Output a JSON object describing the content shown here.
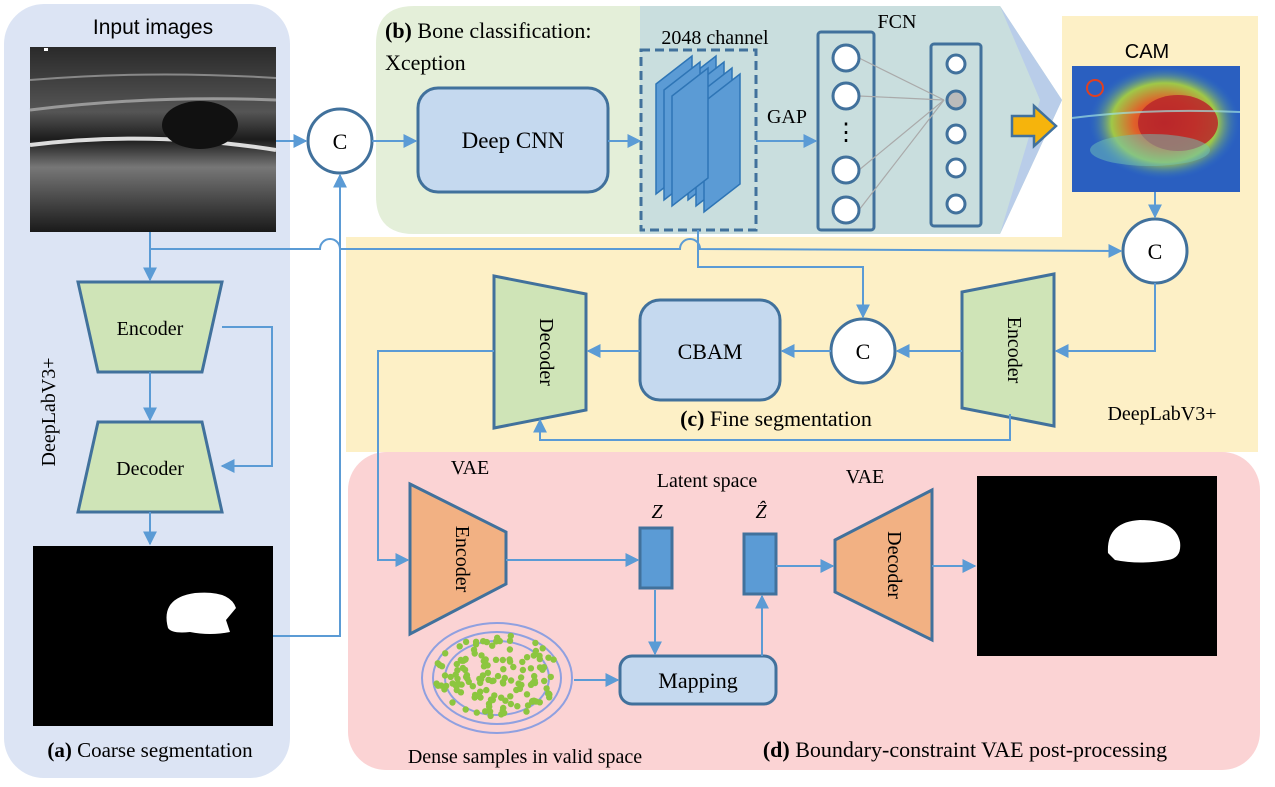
{
  "panels": {
    "a": {
      "letter": "(a)",
      "title": "Coarse segmentation",
      "input_label": "Input images",
      "side_label": "DeepLabV3+"
    },
    "b": {
      "letter": "(b)",
      "title": "Bone classification:",
      "subtitle": "Xception",
      "channel_label": "2048 channel",
      "gap_label": "GAP",
      "fcn_label": "FCN"
    },
    "c": {
      "letter": "(c)",
      "title": "Fine segmentation",
      "side_label": "DeepLabV3+"
    },
    "d": {
      "letter": "(d)",
      "title": "Boundary-constraint VAE post-processing",
      "vae_left": "VAE",
      "vae_right": "VAE",
      "latent_label": "Latent space",
      "z_label": "Z",
      "zhat_label": "Ẑ",
      "dense_label": "Dense samples in valid space"
    }
  },
  "blocks": {
    "encoder": "Encoder",
    "decoder": "Decoder",
    "deep_cnn": "Deep CNN",
    "cbam": "CBAM",
    "mapping": "Mapping",
    "concat": "C",
    "cam": "CAM",
    "ellipsis": "⋮"
  },
  "colors": {
    "panel_a_bg": "#dce4f4",
    "panel_b_bg": "#e4efd9",
    "panel_c_bg": "#fdf0c6",
    "panel_d_bg": "#fbd3d4",
    "fcn_bg": "#c9dede",
    "block_green": "#cfe4b7",
    "block_blue": "#c5d9ef",
    "block_orange": "#f2b183",
    "latent_blue": "#5b9bd5",
    "stroke": "#41719c",
    "arrow": "#5b9bd5"
  }
}
